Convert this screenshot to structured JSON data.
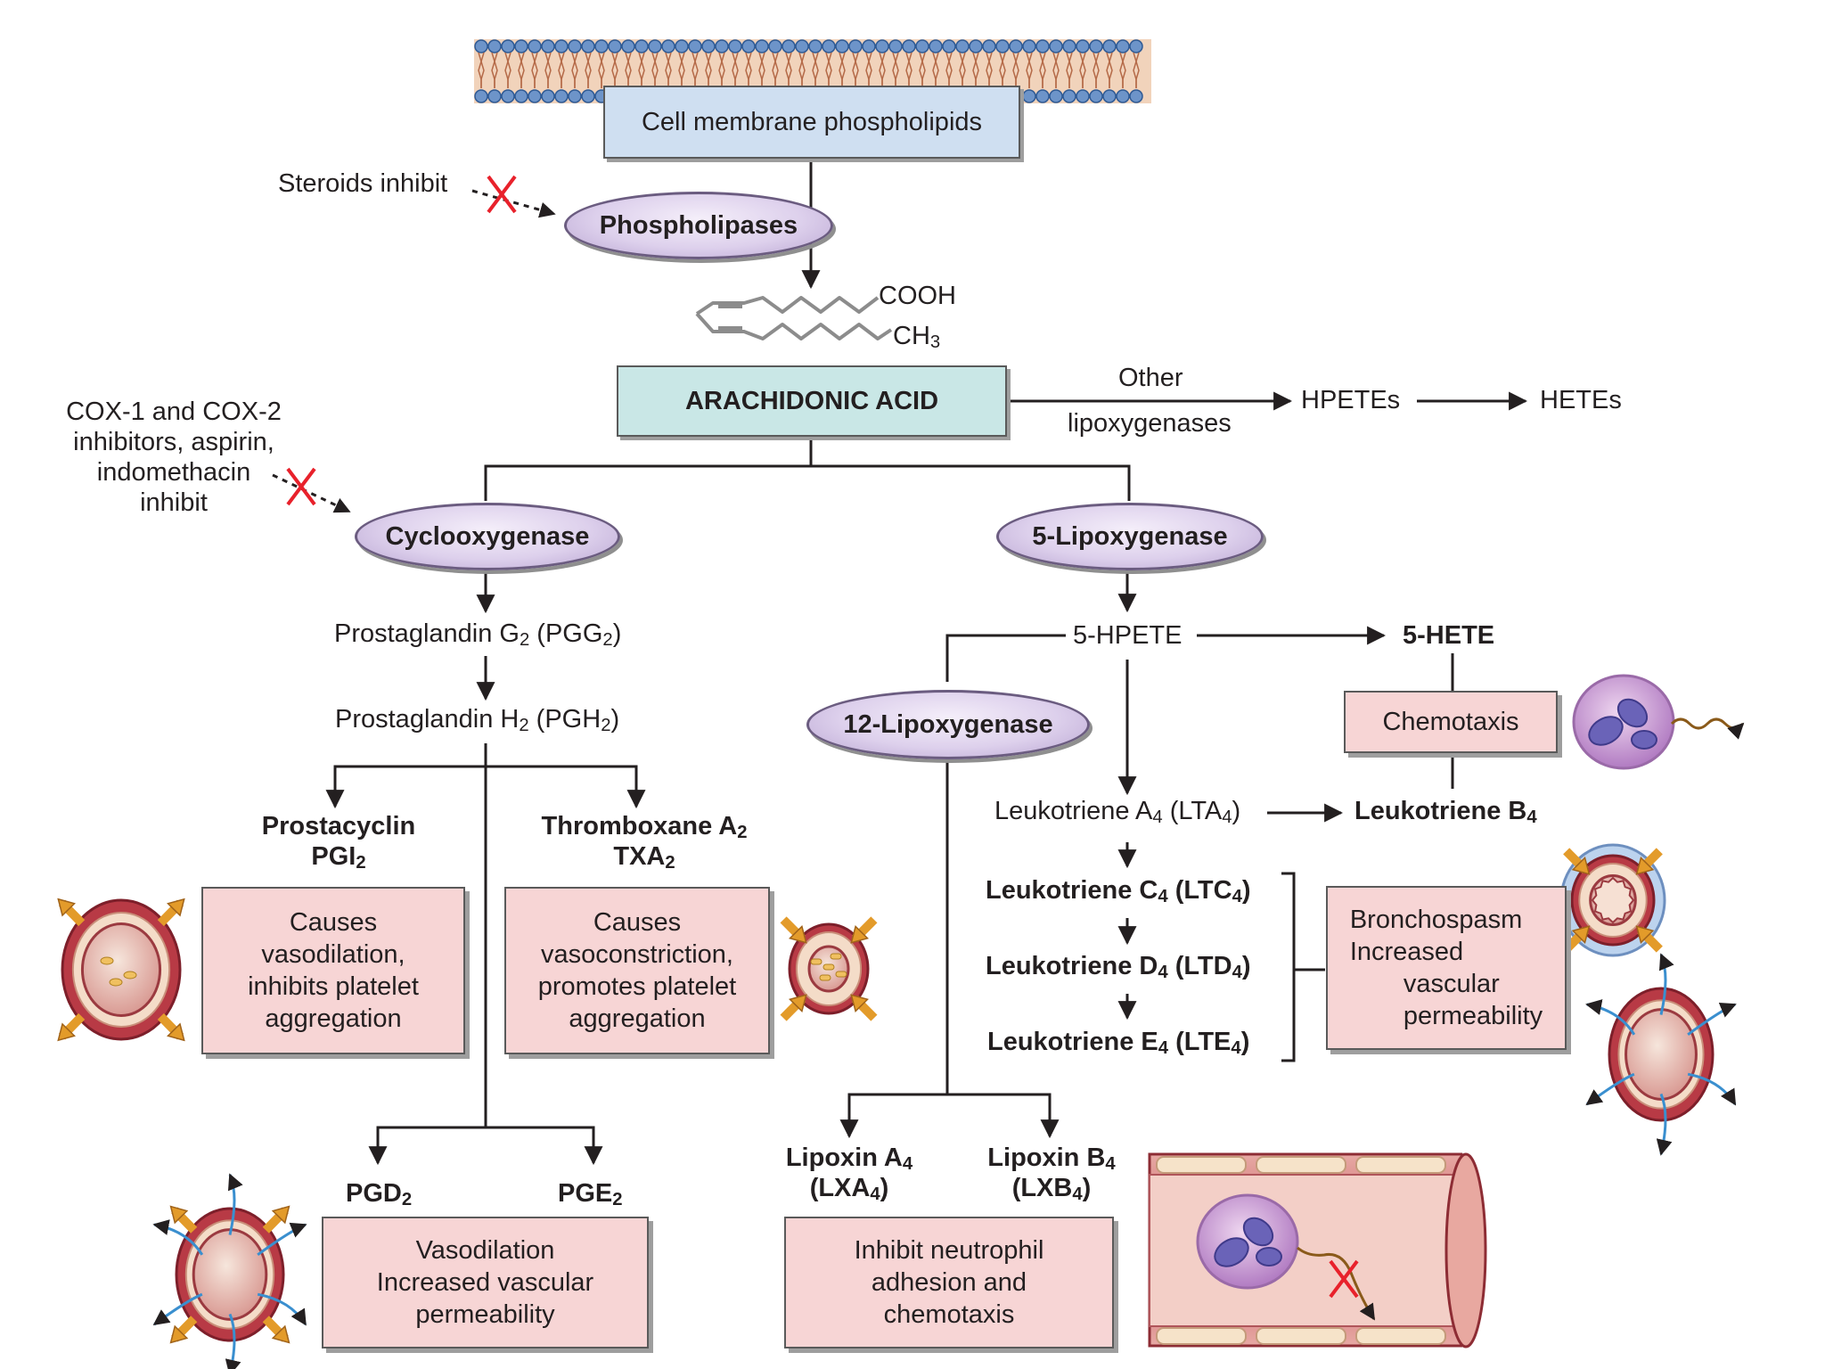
{
  "membrane": {
    "label": "Cell membrane phospholipids"
  },
  "steroids": {
    "label": "Steroids inhibit"
  },
  "phospholipases": {
    "label": "Phospholipases"
  },
  "acid_structure": {
    "cooh": "COOH",
    "ch3": "CH",
    "ch3_sub": "3"
  },
  "arachidonic": {
    "label": "ARACHIDONIC ACID"
  },
  "other_lox": {
    "line1": "Other",
    "line2": "lipoxygenases",
    "hpetes": "HPETEs",
    "hetes": "HETEs"
  },
  "cox_inhibitors": {
    "line1": "COX-1 and COX-2",
    "line2": "inhibitors, aspirin,",
    "line3": "indomethacin",
    "line4": "inhibit"
  },
  "cyclooxygenase": {
    "label": "Cyclooxygenase"
  },
  "lipoxygenase5": {
    "label": "5-Lipoxygenase"
  },
  "pgg2": {
    "pre": "Prostaglandin G",
    "sub": "2",
    "mid": " (PGG",
    "sub2": "2",
    "post": ")"
  },
  "pgh2": {
    "pre": "Prostaglandin H",
    "sub": "2",
    "mid": " (PGH",
    "sub2": "2",
    "post": ")"
  },
  "prostacyclin": {
    "name": "Prostacyclin",
    "abbr": "PGI",
    "abbr_sub": "2",
    "effect": [
      "Causes",
      "vasodilation,",
      "inhibits platelet",
      "aggregation"
    ]
  },
  "thromboxane": {
    "name": "Thromboxane A",
    "name_sub": "2",
    "abbr": "TXA",
    "abbr_sub": "2",
    "effect": [
      "Causes",
      "vasoconstriction,",
      "promotes platelet",
      "aggregation"
    ]
  },
  "pgd2": {
    "pre": "PGD",
    "sub": "2"
  },
  "pge2": {
    "pre": "PGE",
    "sub": "2"
  },
  "pg_effect": [
    "Vasodilation",
    "Increased vascular",
    "permeability"
  ],
  "hpete5": {
    "label": "5-HPETE"
  },
  "hete5": {
    "label": "5-HETE"
  },
  "lipoxygenase12": {
    "label": "12-Lipoxygenase"
  },
  "chemotaxis": {
    "label": "Chemotaxis"
  },
  "lta4": {
    "pre": "Leukotriene A",
    "sub": "4",
    "mid": " (LTA",
    "sub2": "4",
    "post": ")"
  },
  "ltb4": {
    "pre": "Leukotriene B",
    "sub": "4"
  },
  "ltc4": {
    "pre": "Leukotriene C",
    "sub": "4",
    "mid": " (LTC",
    "sub2": "4",
    "post": ")"
  },
  "ltd4": {
    "pre": "Leukotriene D",
    "sub": "4",
    "mid": " (LTD",
    "sub2": "4",
    "post": ")"
  },
  "lte4": {
    "pre": "Leukotriene E",
    "sub": "4",
    "mid": " (LTE",
    "sub2": "4",
    "post": ")"
  },
  "leuko_effect": [
    "Bronchospasm",
    "Increased",
    "vascular",
    "permeability"
  ],
  "lxa4": {
    "pre": "Lipoxin A",
    "sub": "4",
    "abbr": "(LXA",
    "abbr_sub": "4",
    "post": ")"
  },
  "lxb4": {
    "pre": "Lipoxin B",
    "sub": "4",
    "abbr": "(LXB",
    "abbr_sub": "4",
    "post": ")"
  },
  "lipoxin_effect": [
    "Inhibit neutrophil",
    "adhesion and",
    "chemotaxis"
  ],
  "colors": {
    "box_fill": "#f7d5d5",
    "enzyme_fill": "#ddd0ec",
    "membrane_box": "#cfdff1",
    "acid_box": "#c9e7e6",
    "inhibit_x": "#e8212b",
    "vessel": "#c4454f",
    "arrow_vessel": "#e39b2a",
    "leak_arrow": "#3a8fcf",
    "neutrophil": "#b58bc4"
  }
}
